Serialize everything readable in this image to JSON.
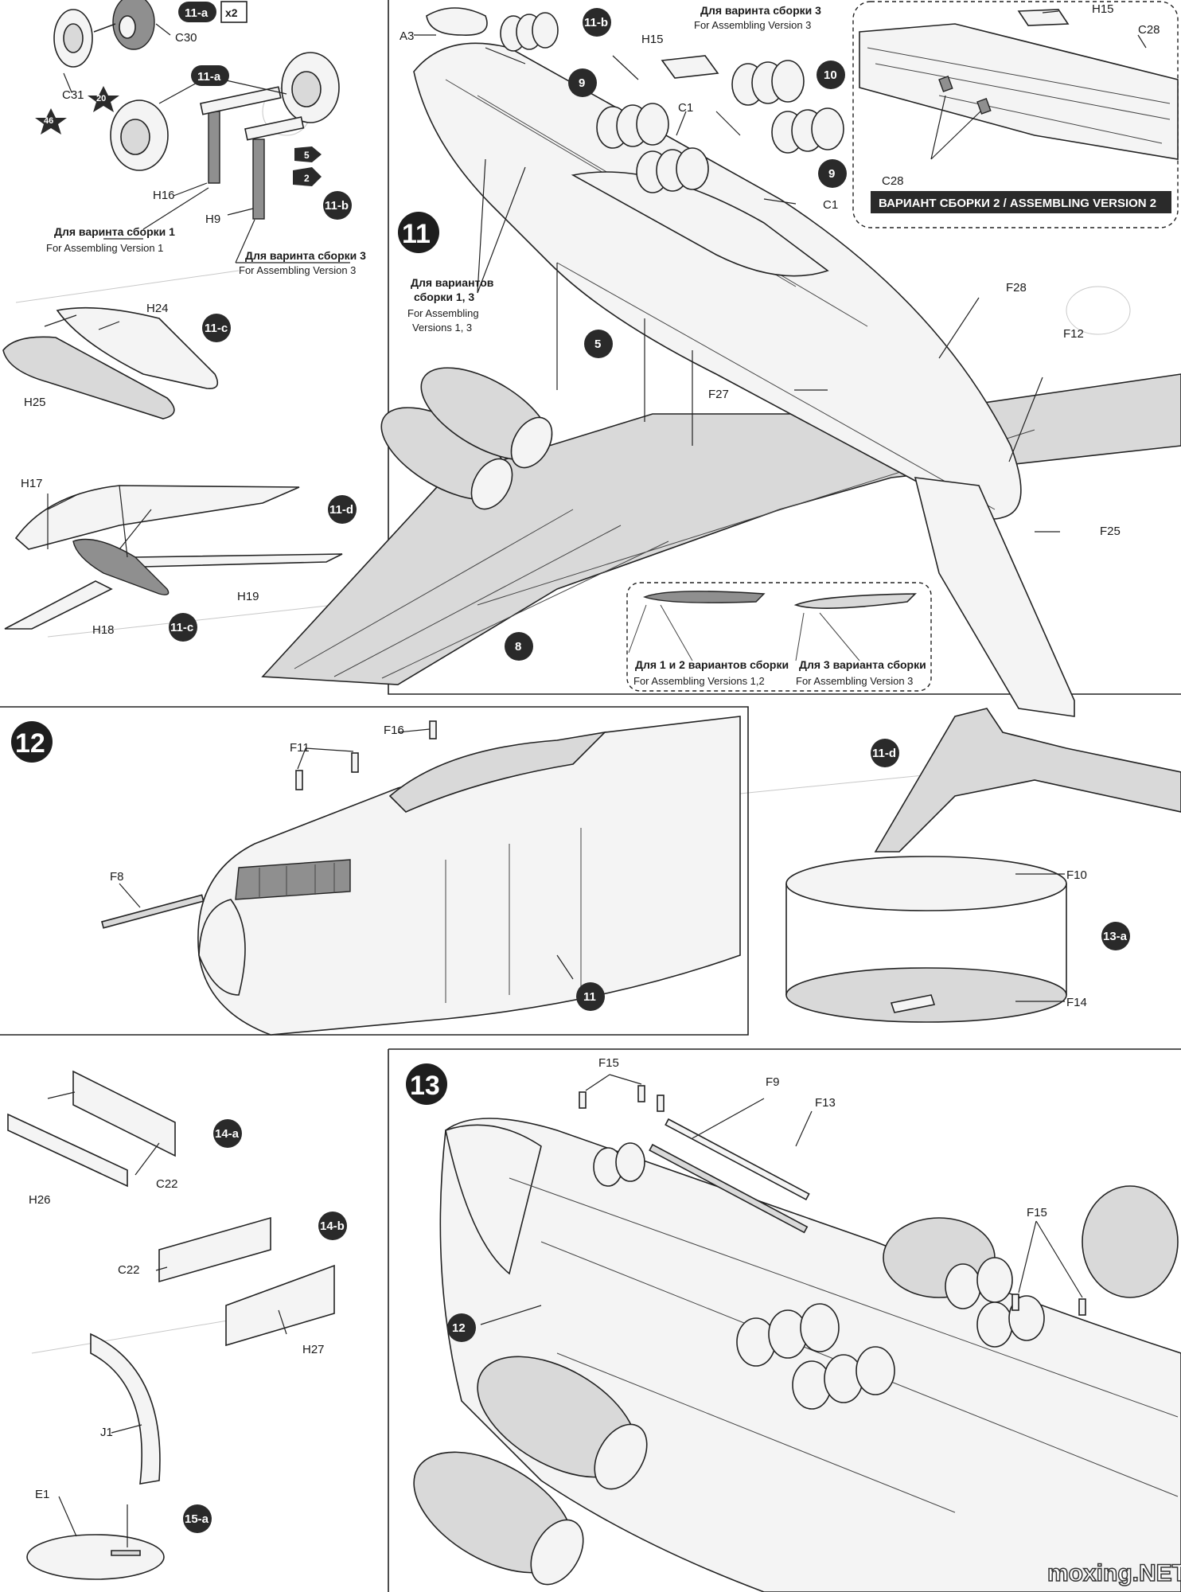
{
  "steps": {
    "s11": "11",
    "s12": "12",
    "s13": "13"
  },
  "badges": {
    "b11a_1": "11-a",
    "b11a_2": "11-a",
    "b11b_1": "11-b",
    "b11b_2": "11-b",
    "b11c_1": "11-c",
    "b11c_2": "11-c",
    "b11d_1": "11-d",
    "b11d_2": "11-d",
    "b13a": "13-a",
    "b14a": "14-a",
    "b14b": "14-b",
    "b15a": "15-a",
    "b9_1": "9",
    "b9_2": "9",
    "b10": "10",
    "b5": "5",
    "b8": "8",
    "b11": "11",
    "b12": "12"
  },
  "paint_refs": {
    "p20": "20",
    "p46": "46",
    "p5": "5",
    "p2": "2"
  },
  "qty": "x2",
  "parts": {
    "C30": "C30",
    "C31": "C31",
    "H16": "H16",
    "H9": "H9",
    "H24": "H24",
    "H25": "H25",
    "H17": "H17",
    "H19": "H19",
    "H18": "H18",
    "A3": "A3",
    "H15a": "H15",
    "H15b": "H15",
    "C1a": "C1",
    "C1b": "C1",
    "C28a": "C28",
    "C28b": "C28",
    "F28": "F28",
    "F12": "F12",
    "F27": "F27",
    "F25": "F25",
    "F16": "F16",
    "F11": "F11",
    "F8": "F8",
    "F10": "F10",
    "F14": "F14",
    "F15a": "F15",
    "F15b": "F15",
    "F9": "F9",
    "F13": "F13",
    "H26": "H26",
    "C22a": "C22",
    "C22b": "C22",
    "H27": "H27",
    "J1": "J1",
    "E1": "E1"
  },
  "notes": {
    "v1_ru": "Для варинта сборки 1",
    "v1_en": "For Assembling Version 1",
    "v3_ru": "Для варинта сборки 3",
    "v3_en": "For Assembling Version 3",
    "v13_ru1": "Для вариантов",
    "v13_ru2": "сборки 1, 3",
    "v13_en1": "For Assembling",
    "v13_en2": "Versions 1, 3",
    "v3top_ru": "Для варинта сборки 3",
    "v3top_en": "For Assembling Version 3",
    "v2_banner": "ВАРИАНТ СБОРКИ 2 / ASSEMBLING VERSION 2",
    "v12_ru": "Для 1 и 2 вариантов сборки",
    "v12_en": "For Assembling Versions 1,2",
    "v3b_ru": "Для 3 варианта сборки",
    "v3b_en": "For Assembling Version 3"
  },
  "watermark": "moxing.NET"
}
